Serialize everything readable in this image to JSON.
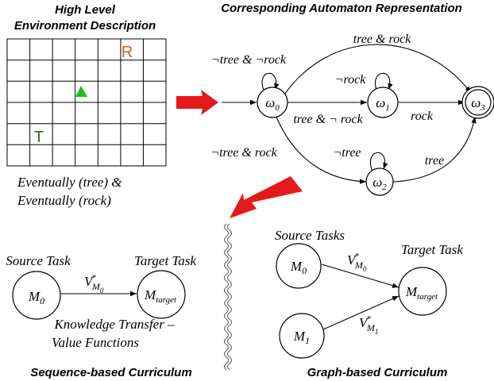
{
  "top_left": {
    "header_line1": "High Level",
    "header_line2": "Environment Description",
    "grid": {
      "cols": 7,
      "rows": 6,
      "marker_R": "R",
      "marker_T": "T",
      "colors": {
        "R": "#c8623a",
        "T": "#2e6b38",
        "agent": "#22bb22"
      }
    },
    "formula_line1_a": "Eventually (",
    "formula_line1_b": "tree",
    "formula_line1_c": ") &",
    "formula_line2_a": "Eventually (",
    "formula_line2_b": "rock",
    "formula_line2_c": ")"
  },
  "top_right": {
    "header": "Corresponding Automaton Representation",
    "states": {
      "w0": {
        "base": "ω",
        "sub": "0"
      },
      "w1": {
        "base": "ω",
        "sub": "1"
      },
      "w2": {
        "base": "ω",
        "sub": "2"
      },
      "w3": {
        "base": "ω",
        "sub": "3"
      }
    },
    "edge_labels": {
      "w0_self": "¬tree & ¬rock",
      "w0_w3": "tree & rock",
      "w0_w1": "tree & ¬ rock",
      "w1_self": "¬rock",
      "w1_w3": "rock",
      "w0_w2": "¬tree & rock",
      "w2_self": "¬tree",
      "w2_w3": "tree"
    }
  },
  "bottom_left": {
    "source_label": "Source Task",
    "target_label": "Target Task",
    "m0": {
      "base": "M",
      "sub": "0"
    },
    "mtarget": {
      "base": "M",
      "sub": "target"
    },
    "value_label": {
      "base": "V",
      "sup": "*",
      "sub": "M",
      "subsub": "0"
    },
    "caption_line1": "Knowledge Transfer –",
    "caption_line2": "Value Functions",
    "title": "Sequence-based Curriculum"
  },
  "bottom_right": {
    "sources_label": "Source Tasks",
    "target_label": "Target Task",
    "m0": {
      "base": "M",
      "sub": "0"
    },
    "m1": {
      "base": "M",
      "sub": "1"
    },
    "mtarget": {
      "base": "M",
      "sub": "target"
    },
    "value0": {
      "base": "V",
      "sup": "*",
      "sub": "M",
      "subsub": "0"
    },
    "value1": {
      "base": "V",
      "sup": "*",
      "sub": "M",
      "subsub": "1"
    },
    "title": "Graph-based Curriculum"
  },
  "colors": {
    "arrow_red": "#e41a1a"
  }
}
